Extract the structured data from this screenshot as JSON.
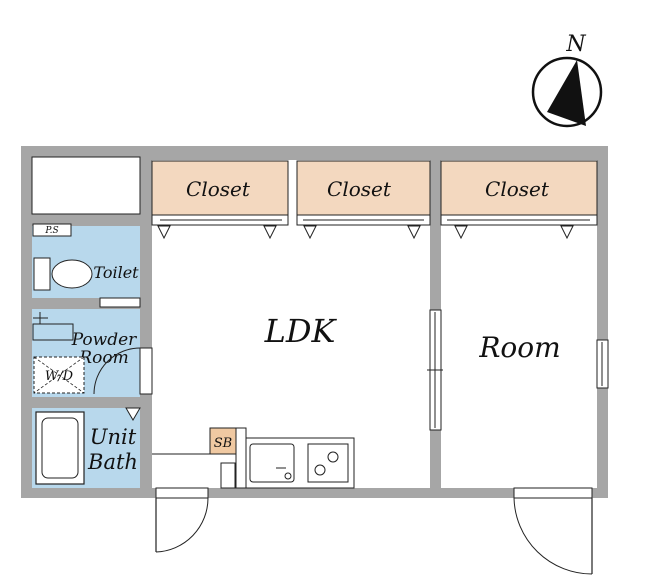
{
  "compass": {
    "north_label": "N"
  },
  "rooms": {
    "closet_1": "Closet",
    "closet_2": "Closet",
    "closet_3": "Closet",
    "ldk": "LDK",
    "room": "Room",
    "toilet": "Toilet",
    "powder_room_line1": "Powder",
    "powder_room_line2": "Room",
    "unit_bath_line1": "Unit",
    "unit_bath_line2": "Bath",
    "washer_dryer": "W/D",
    "pipe_space": "P.S",
    "shoe_box": "SB"
  },
  "colors": {
    "wall": "#a6a6a6",
    "closet": "#f3d8bf",
    "wet_area": "#b8d8ec",
    "shoe_box": "#f0c9a2"
  }
}
